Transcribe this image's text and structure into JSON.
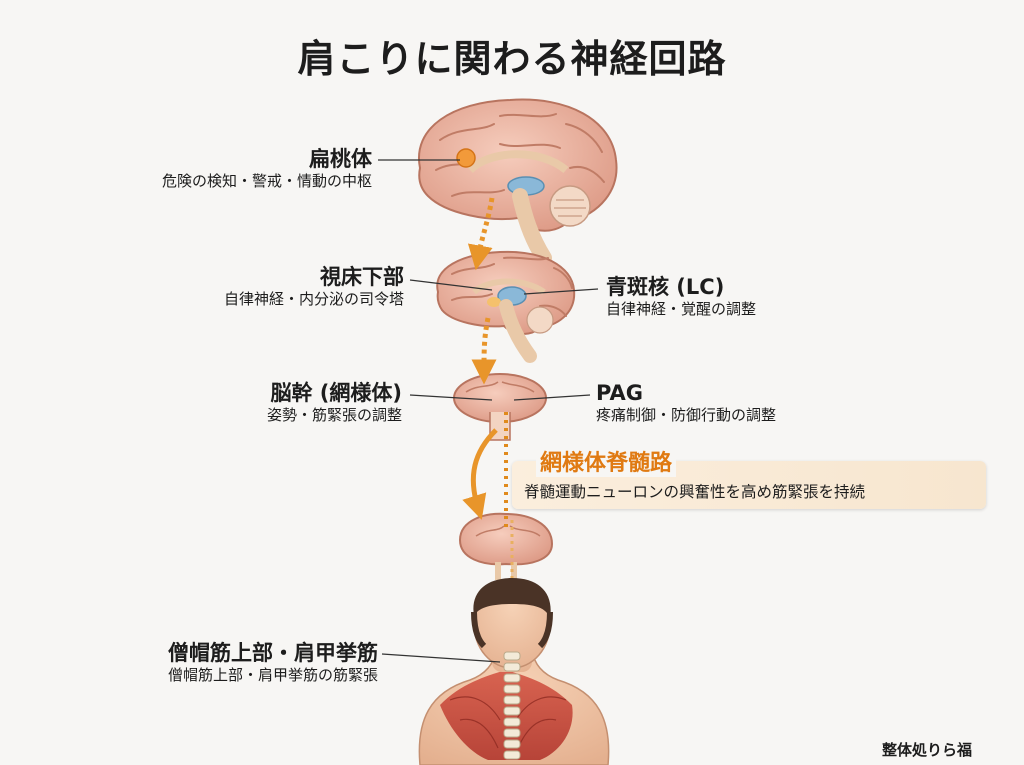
{
  "title": "肩こりに関わる神経回路",
  "nodes": {
    "amygdala": {
      "name": "扁桃体",
      "desc": "危険の検知・警戒・情動の中枢"
    },
    "hypothalamus": {
      "name": "視床下部",
      "desc": "自律神経・内分泌の司令塔"
    },
    "locus_coeruleus": {
      "name": "青斑核 (LC)",
      "desc": "自律神経・覚醒の調整"
    },
    "brainstem": {
      "name": "脳幹 (網様体)",
      "desc": "姿勢・筋緊張の調整"
    },
    "pag": {
      "name": "PAG",
      "desc": "疼痛制御・防御行動の調整"
    },
    "muscles": {
      "name": "僧帽筋上部・肩甲挙筋",
      "desc": "僧帽筋上部・肩甲挙筋の筋緊張"
    }
  },
  "tract": {
    "name": "網様体脊髄路",
    "desc": "脊髄運動ニューロンの興奮性を高め筋緊張を持続"
  },
  "brand": "整体処りら福",
  "colors": {
    "arrow": "#e8952a",
    "tract": "#e07a12",
    "brain": "#f0b9a4",
    "muscle": "#c9463a"
  }
}
